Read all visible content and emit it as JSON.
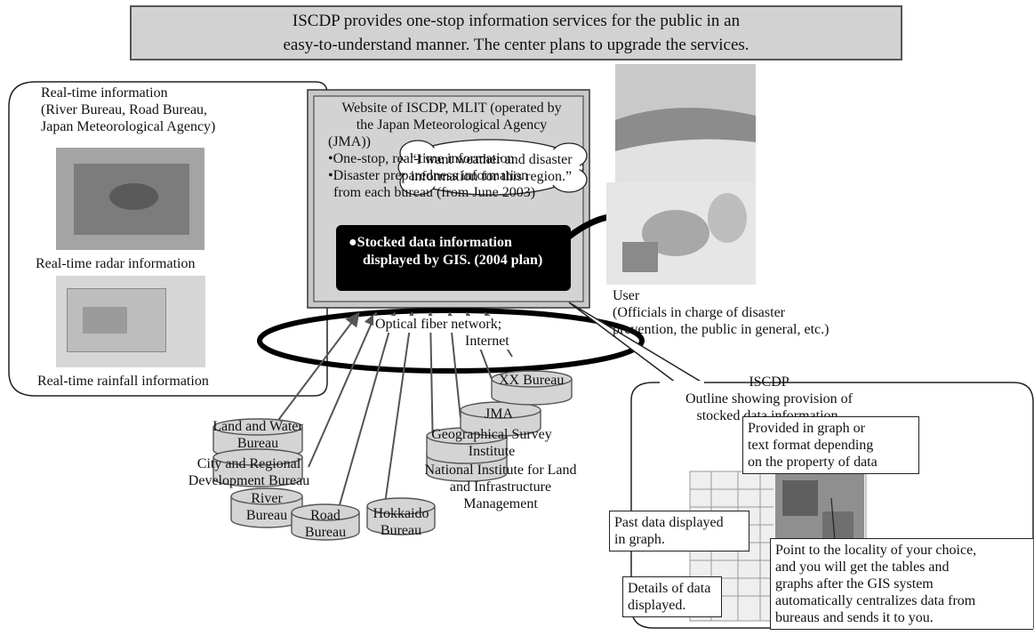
{
  "banner": {
    "line1": "ISCDP provides one-stop information services for the public in an",
    "line2": "easy-to-understand manner.  The center plans to upgrade the services."
  },
  "realtime": {
    "title1": "Real-time information",
    "title2": "(River Bureau, Road Bureau,",
    "title3": "Japan Meteorological Agency)",
    "radar_caption": "Real-time radar information",
    "rainfall_caption": "Real-time rainfall information"
  },
  "website": {
    "line1": "Website of ISCDP, MLIT (operated by",
    "line2": "the Japan Meteorological Agency",
    "line3": "(JMA))",
    "line4": "•One-stop, real-time information",
    "line5": "•Disaster preparedness information",
    "line6": "from each bureau (from June 2003)",
    "stocked1": "●Stocked data information",
    "stocked2": "displayed by GIS. (2004 plan)"
  },
  "thought": {
    "line1": "“I want weather and disaster",
    "line2": "information for this region.”"
  },
  "user": {
    "line1": "User",
    "line2": "(Officials in charge of disaster",
    "line3": "prevention, the public in general, etc.)"
  },
  "network": {
    "line1": "Optical fiber network;",
    "line2": "Internet"
  },
  "bureaus": {
    "xx": "XX Bureau",
    "jma": "JMA",
    "gsi1": "Geographical Survey",
    "gsi2": "Institute",
    "nilim1": "National Institute for Land",
    "nilim2": "and Infrastructure",
    "nilim3": "Management",
    "hokkaido1": "Hokkaido",
    "hokkaido2": "Bureau",
    "road1": "Road",
    "road2": "Bureau",
    "river1": "River",
    "river2": "Bureau",
    "city1": "City and Regional",
    "city2": "Development Bureau",
    "land1": "Land and Water",
    "land2": "Bureau"
  },
  "outline": {
    "title1": "ISCDP",
    "title2": "Outline showing provision of",
    "title3": "stocked data information.",
    "graph_note1": "Provided in graph or",
    "graph_note2": "text format depending",
    "graph_note3": "on the property of data",
    "past1": "Past data displayed",
    "past2": "in graph.",
    "details1": "Details of data",
    "details2": "displayed.",
    "point1": "Point to the locality of your choice,",
    "point2": "and you will get the tables and",
    "point3": "graphs after the GIS system",
    "point4": "automatically centralizes data from",
    "point5": "bureaus and sends it to you."
  }
}
